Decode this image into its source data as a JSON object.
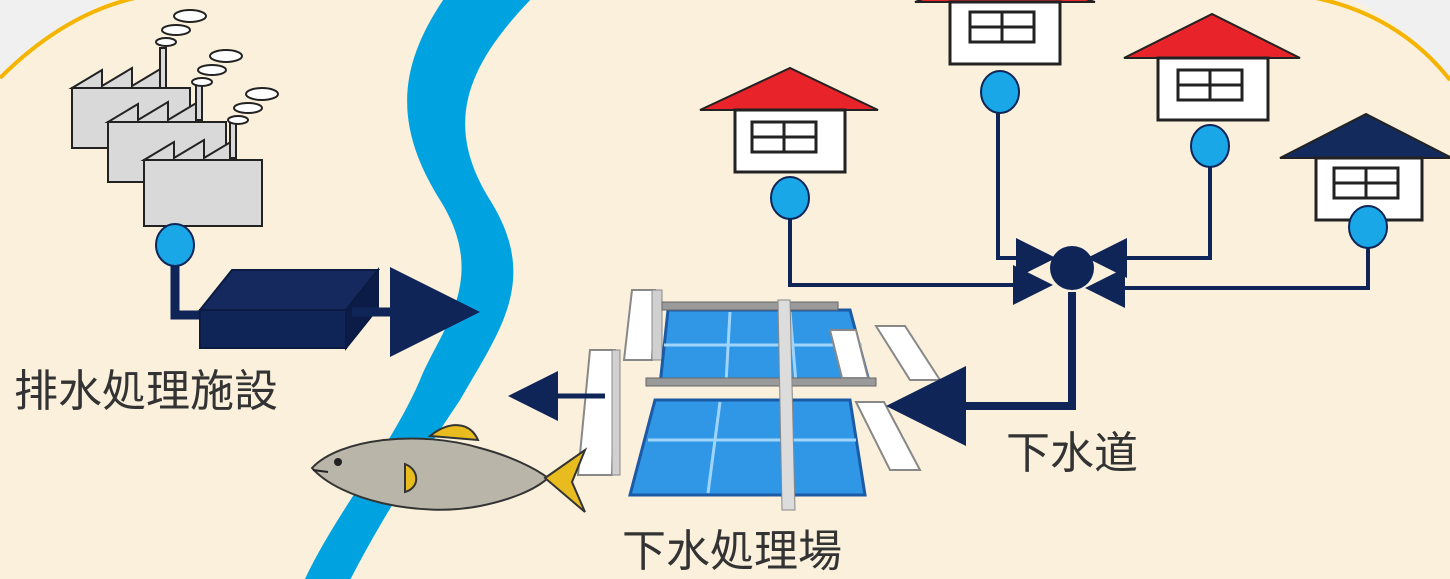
{
  "labels": {
    "wastewater_facility": "排水処理施設",
    "sewer": "下水道",
    "treatment_plant": "下水処理場"
  },
  "colors": {
    "background_outer": "#f0f0f0",
    "background_disc": "#faf0dc",
    "disc_border": "#f5b400",
    "river": "#00a3e0",
    "pipe": "#0f2557",
    "node": "#1aa7e8",
    "roof_red": "#e8232a",
    "roof_navy": "#132a5c",
    "factory": "#d9d9d9",
    "pool_water": "#2f97e6",
    "text": "#333333"
  }
}
